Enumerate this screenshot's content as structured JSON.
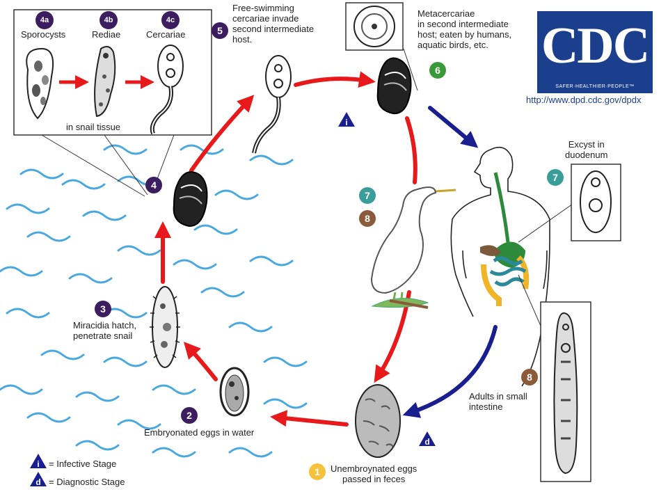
{
  "logo": {
    "text": "CDC",
    "tagline": "SAFER·HEALTHIER·PEOPLE™",
    "color": "#1b3f8c"
  },
  "url": "http://www.dpd.cdc.gov/dpdx",
  "colors": {
    "cycle_arrow": "#e8191b",
    "host_arrow": "#1a1f8f",
    "badge_purple": "#3b1d60",
    "badge_green": "#3a9a3a",
    "badge_teal": "#3a9d99",
    "badge_brown": "#8a5a3a",
    "badge_yellow": "#f5c33b",
    "water": "#4aa8e0"
  },
  "inset": {
    "stages": [
      {
        "num": "4a",
        "label": "Sporocysts"
      },
      {
        "num": "4b",
        "label": "Rediae"
      },
      {
        "num": "4c",
        "label": "Cercariae"
      }
    ],
    "caption": "in snail tissue"
  },
  "steps": {
    "s1": {
      "num": "1",
      "text": [
        "Unembroynated eggs",
        "passed in feces"
      ]
    },
    "s2": {
      "num": "2",
      "text": [
        "Embryonated eggs in water"
      ]
    },
    "s3": {
      "num": "3",
      "text": [
        "Miracidia hatch,",
        "penetrate snail"
      ]
    },
    "s4": {
      "num": "4"
    },
    "s5": {
      "num": "5",
      "text": [
        "Free-swimming",
        "cercariae invade",
        "second intermediate",
        "host."
      ]
    },
    "s6": {
      "num": "6",
      "text": [
        "Metacercariae",
        "in second intermediate",
        "host; eaten by humans,",
        "aquatic birds, etc."
      ]
    },
    "s7": {
      "num": "7",
      "text": [
        "Excyst in",
        "duodenum"
      ]
    },
    "s7b": {
      "num": "7"
    },
    "s8": {
      "num": "8",
      "text": [
        "Adults in small",
        "intestine"
      ]
    },
    "s8b": {
      "num": "8"
    }
  },
  "legend": {
    "infective": {
      "sym": "i",
      "text": "= Infective Stage"
    },
    "diagnostic": {
      "sym": "d",
      "text": "= Diagnostic Stage"
    }
  },
  "markers": {
    "infective": "i",
    "diagnostic": "d"
  }
}
